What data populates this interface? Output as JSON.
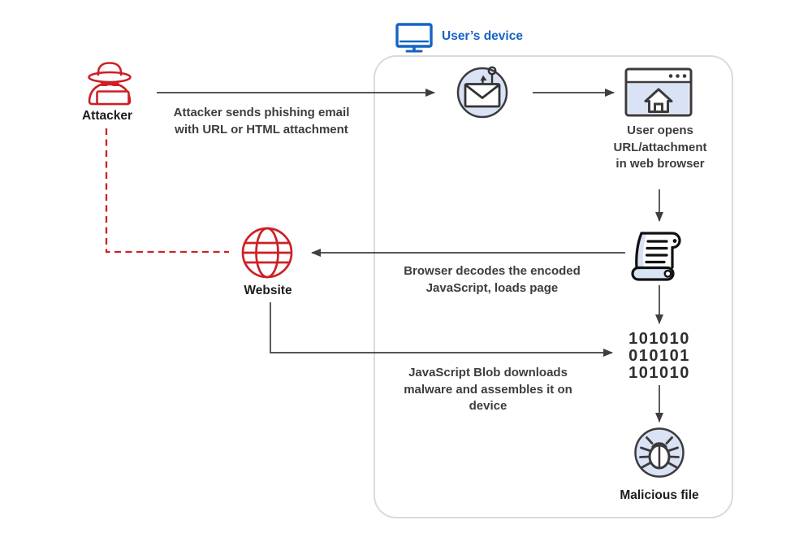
{
  "device_panel": {
    "label": "User’s device"
  },
  "nodes": {
    "attacker": {
      "label": "Attacker"
    },
    "website": {
      "label": "Website"
    },
    "phishing_email": {
      "icon": "email-hook-icon"
    },
    "web_browser": {
      "icon": "browser-home-icon",
      "caption_lines": [
        "User opens",
        "URL/attachment",
        "in web browser"
      ]
    },
    "script": {
      "icon": "script-scroll-icon"
    },
    "binary_code": {
      "lines": [
        "101010",
        "010101",
        "101010"
      ]
    },
    "malicious_file": {
      "label": "Malicious file",
      "icon": "bug-icon"
    }
  },
  "captions": {
    "phishing": [
      "Attacker sends phishing email",
      "with URL or HTML attachment"
    ],
    "decode": [
      "Browser decodes the encoded",
      "JavaScript, loads page"
    ],
    "blob": [
      "JavaScript Blob downloads",
      "malware and assembles it on",
      "device"
    ]
  },
  "colors": {
    "accent_blue": "#1563C5",
    "danger_red": "#CD2026",
    "node_fill": "#DAE2F5",
    "outline_dark": "#3B3B3B",
    "arrow": "#3F3F3F",
    "container_border": "#DADADA"
  }
}
